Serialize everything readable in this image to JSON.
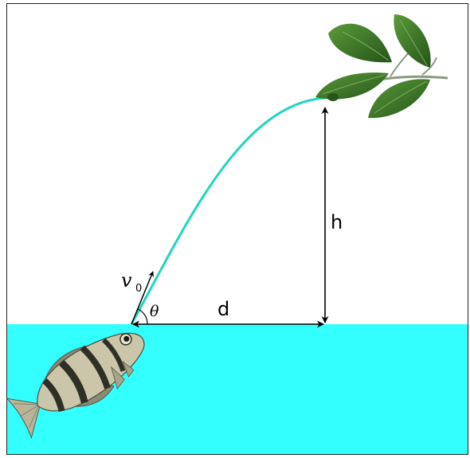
{
  "labels": {
    "velocity": "v",
    "velocity_sub": "0",
    "angle": "θ",
    "distance": "d",
    "height": "h"
  },
  "colors": {
    "water": "#33ffff",
    "trajectory": "#1fd6c0",
    "frame": "#222222",
    "arrow": "#000000",
    "leaf": "#3f7e2a",
    "leaf_dark": "#24541a",
    "fish_body": "#b9b49a",
    "fish_stripe": "#2f3025"
  },
  "icons": {
    "fish": "archer-fish-icon",
    "leaves": "leaf-branch-icon"
  }
}
